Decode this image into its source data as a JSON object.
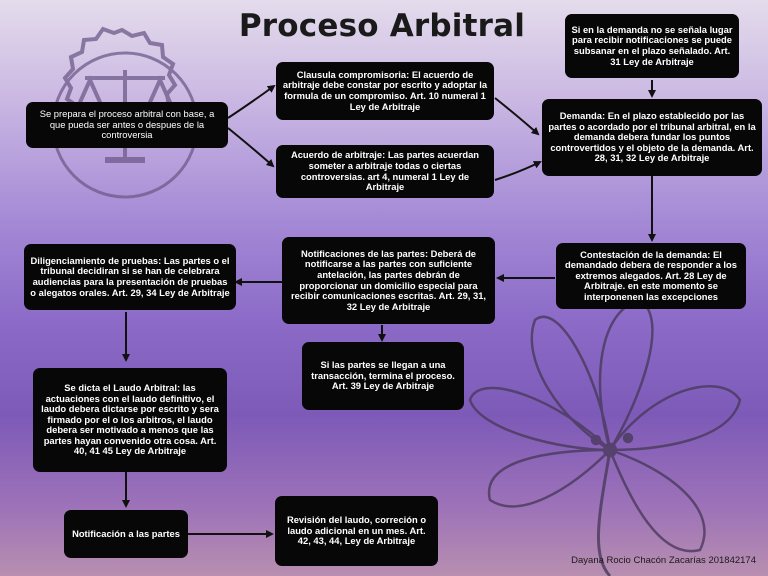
{
  "title": "Proceso Arbitral",
  "author": "Dayana Rocio Chacón Zacarías 201842174",
  "nodes": {
    "start": "Se prepara el proceso arbitral con base, a que pueda ser antes o despues de la controversia",
    "clausula": "Clausula compromisoria: El acuerdo de arbitraje debe constar por escrito y adoptar la formula de un compromiso. Art. 10 numeral 1 Ley de Arbitraje",
    "acuerdo": "Acuerdo de arbitraje: Las partes acuerdan someter a arbitraje todas o ciertas controversias. art 4, numeral 1 Ley de Arbitraje",
    "subsanar": "Si en la demanda no se señala lugar para recibir notificaciones se puede subsanar en el plazo señalado. Art. 31 Ley de Arbitraje",
    "demanda": "Demanda: En el plazo establecido por las partes o acordado por el tribunal arbitral, en la demanda debera fundar los puntos controvertidos y el objeto de la demanda. Art. 28, 31, 32 Ley de Arbitraje",
    "contestacion": "Contestación de la demanda: El demandado debera de responder a los extremos alegados. Art. 28 Ley de Arbitraje. en este momento se interponenen las excepciones",
    "notificaciones": "Notificaciones de las partes: Deberá de notificarse a las partes con suficiente antelación, las partes debrán de proporcionar un domicilio especial para recibir comunicaciones escritas. Art. 29, 31, 32 Ley de Arbitraje",
    "transaccion": "Si las partes se llegan a una transacción, termina el proceso. Art. 39 Ley de Arbitraje",
    "pruebas": "Diligenciamiento de pruebas: Las partes o el tribunal decidiran si se han de celebrara audiencias para la presentación de pruebas o alegatos orales. Art. 29, 34 Ley de Arbitraje",
    "laudo": "Se dicta el Laudo Arbitral: las actuaciones con el laudo definitivo, el laudo debera dictarse por escrito y sera firmado por el o los arbitros, el laudo debera ser motivado a menos que las partes hayan convenido otra cosa. Art. 40, 41 45 Ley de Arbitraje",
    "notificacion": "Notificación a las partes",
    "revision": "Revisión del laudo, correción o laudo adicional en un mes. Art. 42, 43, 44, Ley de Arbitraje"
  },
  "colors": {
    "node_bg": "#070707",
    "node_text": "#ffffff",
    "title": "#1a1a1a",
    "decor": "#6e5a8a"
  }
}
